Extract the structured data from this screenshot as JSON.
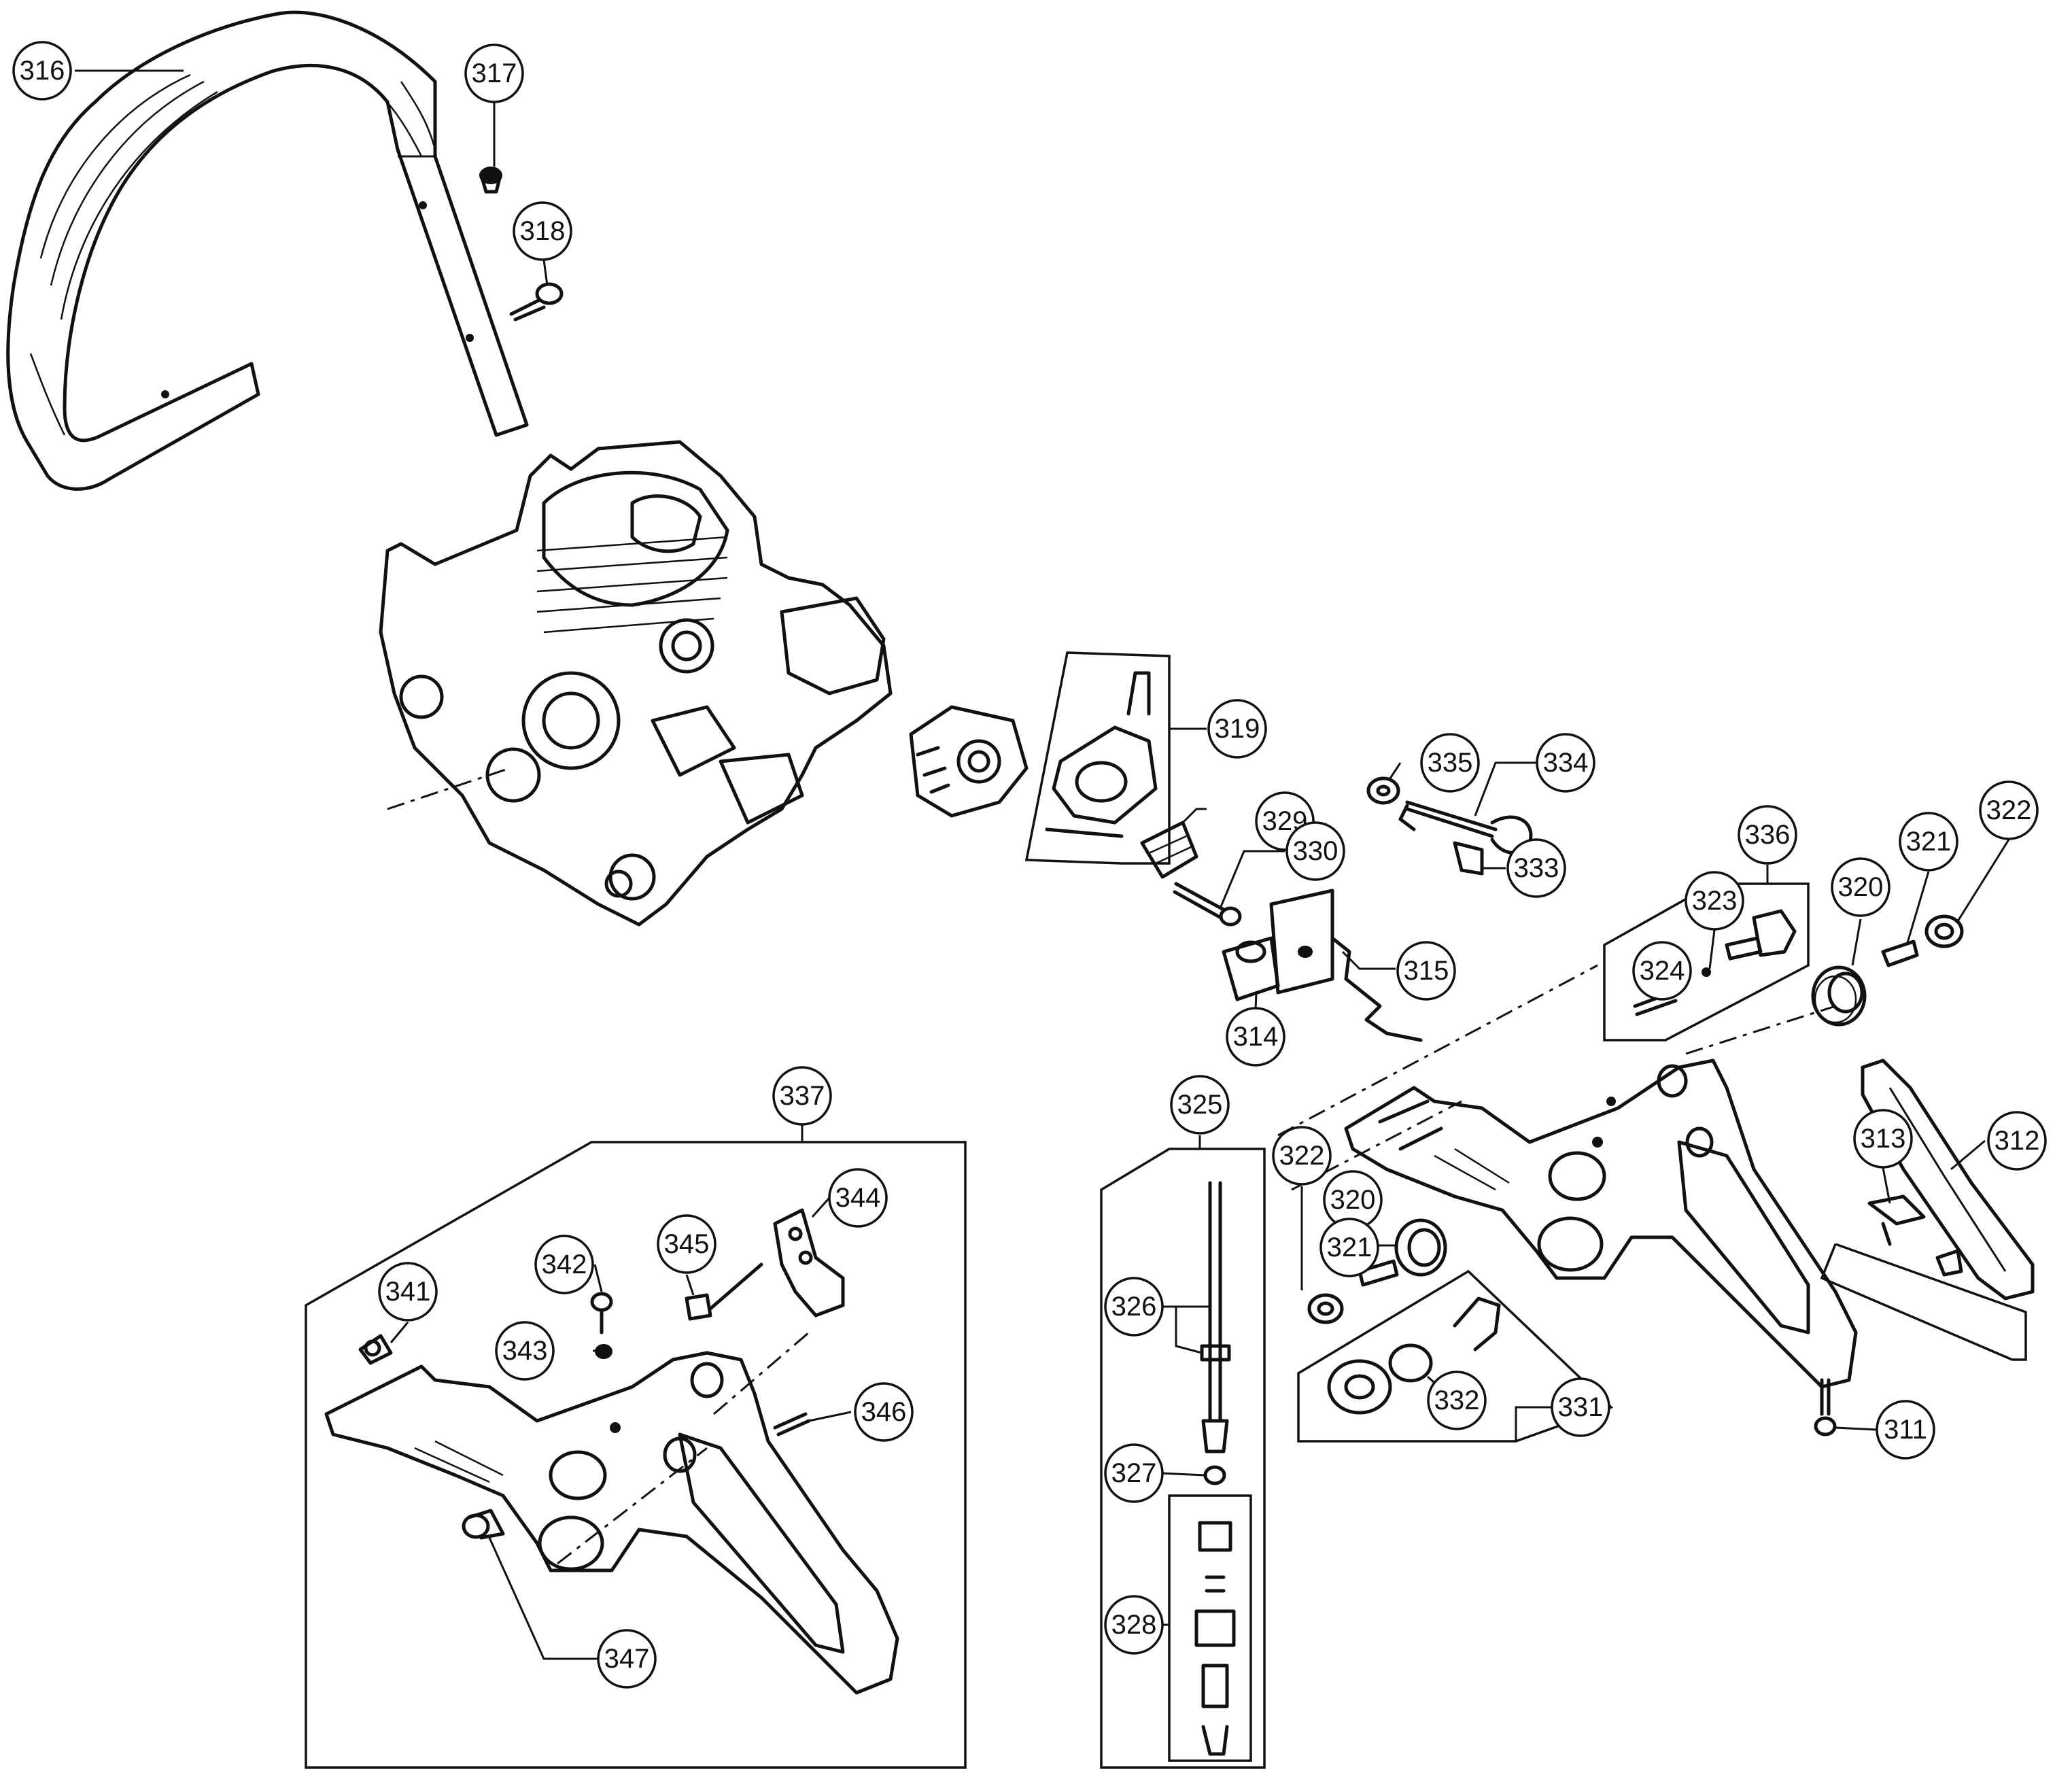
{
  "diagram": {
    "line_color": "#111111",
    "background": "#ffffff",
    "callouts": [
      {
        "id": "c311",
        "label": "311"
      },
      {
        "id": "c312",
        "label": "312"
      },
      {
        "id": "c313",
        "label": "313"
      },
      {
        "id": "c314",
        "label": "314"
      },
      {
        "id": "c315",
        "label": "315"
      },
      {
        "id": "c316",
        "label": "316"
      },
      {
        "id": "c317",
        "label": "317"
      },
      {
        "id": "c318",
        "label": "318"
      },
      {
        "id": "c319",
        "label": "319"
      },
      {
        "id": "c320a",
        "label": "320"
      },
      {
        "id": "c320b",
        "label": "320"
      },
      {
        "id": "c321a",
        "label": "321"
      },
      {
        "id": "c321b",
        "label": "321"
      },
      {
        "id": "c322a",
        "label": "322"
      },
      {
        "id": "c322b",
        "label": "322"
      },
      {
        "id": "c323",
        "label": "323"
      },
      {
        "id": "c324",
        "label": "324"
      },
      {
        "id": "c325",
        "label": "325"
      },
      {
        "id": "c326",
        "label": "326"
      },
      {
        "id": "c327",
        "label": "327"
      },
      {
        "id": "c328",
        "label": "328"
      },
      {
        "id": "c329",
        "label": "329"
      },
      {
        "id": "c330",
        "label": "330"
      },
      {
        "id": "c331",
        "label": "331"
      },
      {
        "id": "c332",
        "label": "332"
      },
      {
        "id": "c333",
        "label": "333"
      },
      {
        "id": "c334",
        "label": "334"
      },
      {
        "id": "c335",
        "label": "335"
      },
      {
        "id": "c336",
        "label": "336"
      },
      {
        "id": "c337",
        "label": "337"
      },
      {
        "id": "c341",
        "label": "341"
      },
      {
        "id": "c342",
        "label": "342"
      },
      {
        "id": "c343",
        "label": "343"
      },
      {
        "id": "c344",
        "label": "344"
      },
      {
        "id": "c345",
        "label": "345"
      },
      {
        "id": "c346",
        "label": "346"
      },
      {
        "id": "c347",
        "label": "347"
      }
    ]
  }
}
